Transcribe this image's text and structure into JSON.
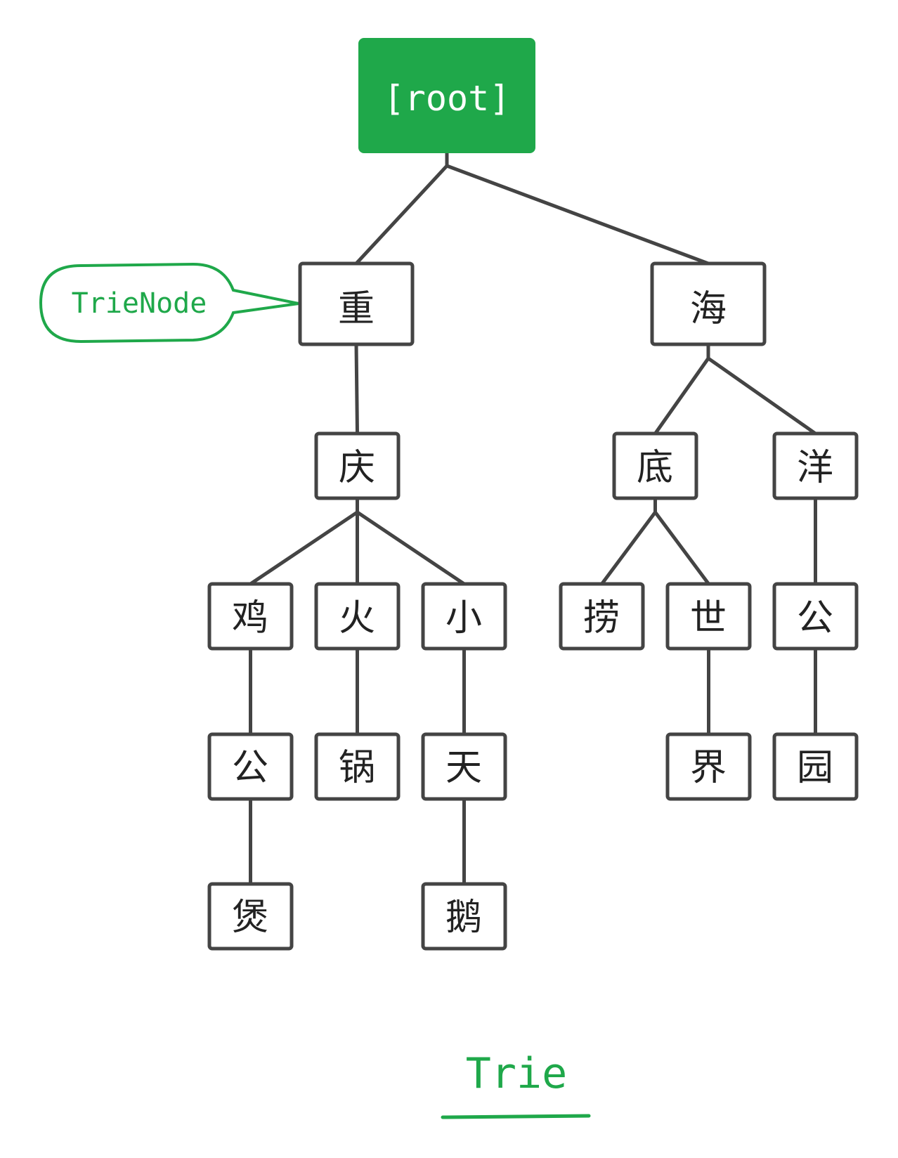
{
  "diagram": {
    "type": "trie",
    "root": {
      "label": "[root]"
    },
    "nodes": [
      {
        "id": "zhong",
        "label": "重",
        "parent": "root"
      },
      {
        "id": "hai",
        "label": "海",
        "parent": "root"
      },
      {
        "id": "qing",
        "label": "庆",
        "parent": "zhong"
      },
      {
        "id": "di",
        "label": "底",
        "parent": "hai"
      },
      {
        "id": "yang",
        "label": "洋",
        "parent": "hai"
      },
      {
        "id": "ji",
        "label": "鸡",
        "parent": "qing"
      },
      {
        "id": "huo",
        "label": "火",
        "parent": "qing"
      },
      {
        "id": "xiao",
        "label": "小",
        "parent": "qing"
      },
      {
        "id": "lao",
        "label": "捞",
        "parent": "di"
      },
      {
        "id": "shi",
        "label": "世",
        "parent": "di"
      },
      {
        "id": "gong2",
        "label": "公",
        "parent": "yang"
      },
      {
        "id": "gong1",
        "label": "公",
        "parent": "ji"
      },
      {
        "id": "guo",
        "label": "锅",
        "parent": "huo"
      },
      {
        "id": "tian",
        "label": "天",
        "parent": "xiao"
      },
      {
        "id": "jie",
        "label": "界",
        "parent": "shi"
      },
      {
        "id": "yuan",
        "label": "园",
        "parent": "gong2"
      },
      {
        "id": "bao",
        "label": "煲",
        "parent": "gong1"
      },
      {
        "id": "e",
        "label": "鹅",
        "parent": "tian"
      }
    ],
    "callout": {
      "label": "TrieNode",
      "target": "zhong"
    },
    "caption": "Trie",
    "colors": {
      "accent": "#1fa84a",
      "stroke": "#444444",
      "text": "#222222",
      "background": "#ffffff"
    }
  }
}
